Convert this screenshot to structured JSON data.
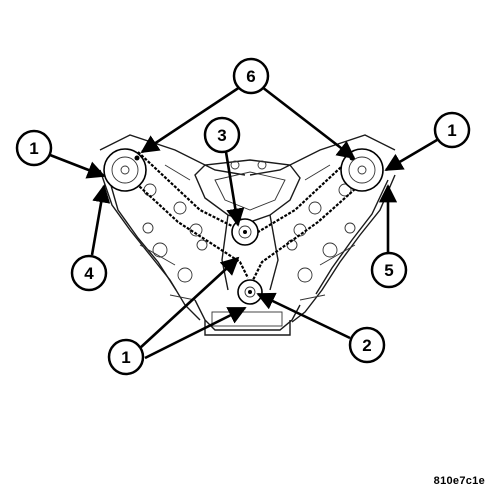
{
  "callouts": [
    {
      "label": "1"
    },
    {
      "label": "1"
    },
    {
      "label": "1"
    },
    {
      "label": "2"
    },
    {
      "label": "3"
    },
    {
      "label": "4"
    },
    {
      "label": "5"
    },
    {
      "label": "6"
    }
  ],
  "figure_id": "810e7c1e"
}
